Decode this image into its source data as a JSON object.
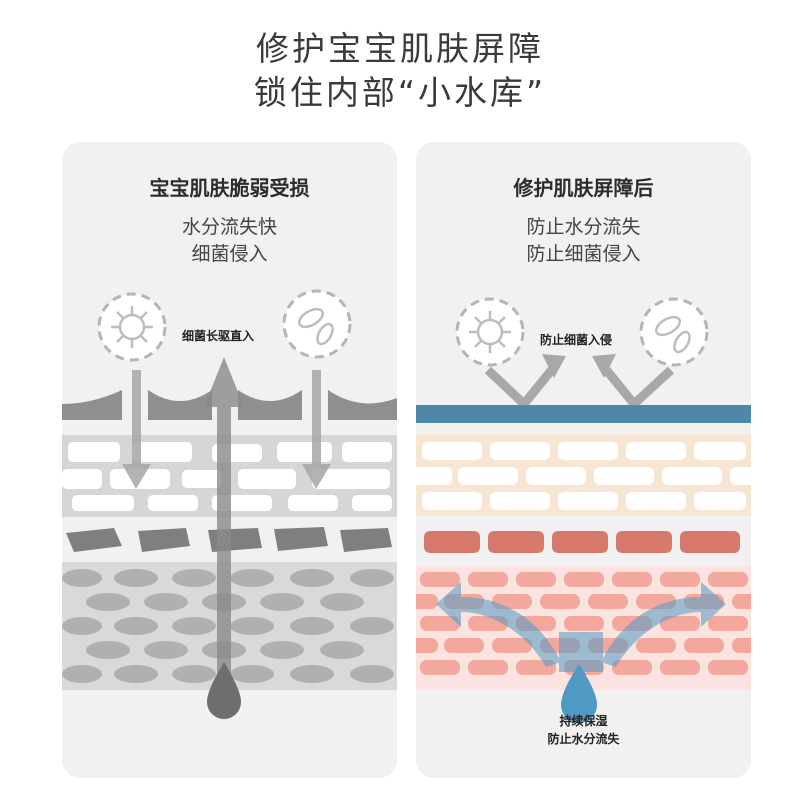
{
  "headline": {
    "line1": "修护宝宝肌肤屏障",
    "line2": "锁住内部“小水库”"
  },
  "left_card": {
    "title": "宝宝肌肤脆弱受损",
    "subtitle_1": "水分流失快",
    "subtitle_2": "细菌侵入",
    "callout": "细菌长驱直入"
  },
  "right_card": {
    "title": "修护肌肤屏障后",
    "subtitle_1": "防止水分流失",
    "subtitle_2": "防止细菌侵入",
    "callout": "防止细菌入侵",
    "bottom_line_1": "持续保湿",
    "bottom_line_2": "防止水分流失"
  },
  "colors": {
    "card_bg": "#f1f1f1",
    "barrier_blue": "#4f87a8",
    "brick_cream": "#f7e6d3",
    "brick_red": "#d9786d",
    "cell_pink": "#f3a89d",
    "water_blue": "#4f9ac5",
    "damaged_grey": "#8f8f8f"
  },
  "icons": [
    "virus-icon",
    "bacteria-icon",
    "water-drop-icon",
    "arrow-icon"
  ]
}
